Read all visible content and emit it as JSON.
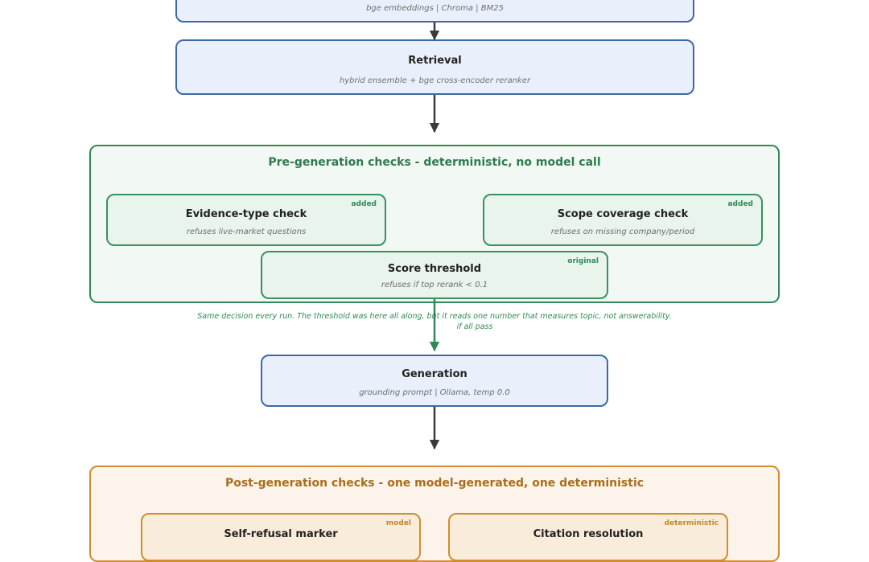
{
  "embeddings_box": {
    "subtitle": "bge embeddings  |  Chroma  |  BM25"
  },
  "retrieval_box": {
    "title": "Retrieval",
    "subtitle": "hybrid ensemble  +  bge cross-encoder reranker"
  },
  "pregen_group": {
    "title": "Pre-generation checks  -  deterministic, no model call",
    "evidence_check": {
      "title": "Evidence-type check",
      "subtitle": "refuses live-market questions",
      "tag": "added"
    },
    "scope_check": {
      "title": "Scope coverage check",
      "subtitle": "refuses on missing company/period",
      "tag": "added"
    },
    "score_threshold": {
      "title": "Score threshold",
      "subtitle": "refuses if top rerank < 0.1",
      "tag": "original"
    }
  },
  "pregen_note": {
    "line1": "Same decision every run. The threshold was here all along, but it reads one number that measures topic, not answerability.",
    "line2": "if all pass"
  },
  "generation_box": {
    "title": "Generation",
    "subtitle": "grounding prompt  |  Ollama, temp 0.0"
  },
  "postgen_group": {
    "title": "Post-generation checks  -  one model-generated, one deterministic",
    "self_refusal": {
      "title": "Self-refusal marker",
      "tag": "model"
    },
    "citation_resolution": {
      "title": "Citation resolution",
      "tag": "deterministic"
    }
  },
  "colors": {
    "pipeline_blue": "#3d68a8",
    "deterministic_green": "#2f8a57",
    "post_generation_orange": "#cf8d2f",
    "arrow_dark": "#3a3a3a"
  }
}
